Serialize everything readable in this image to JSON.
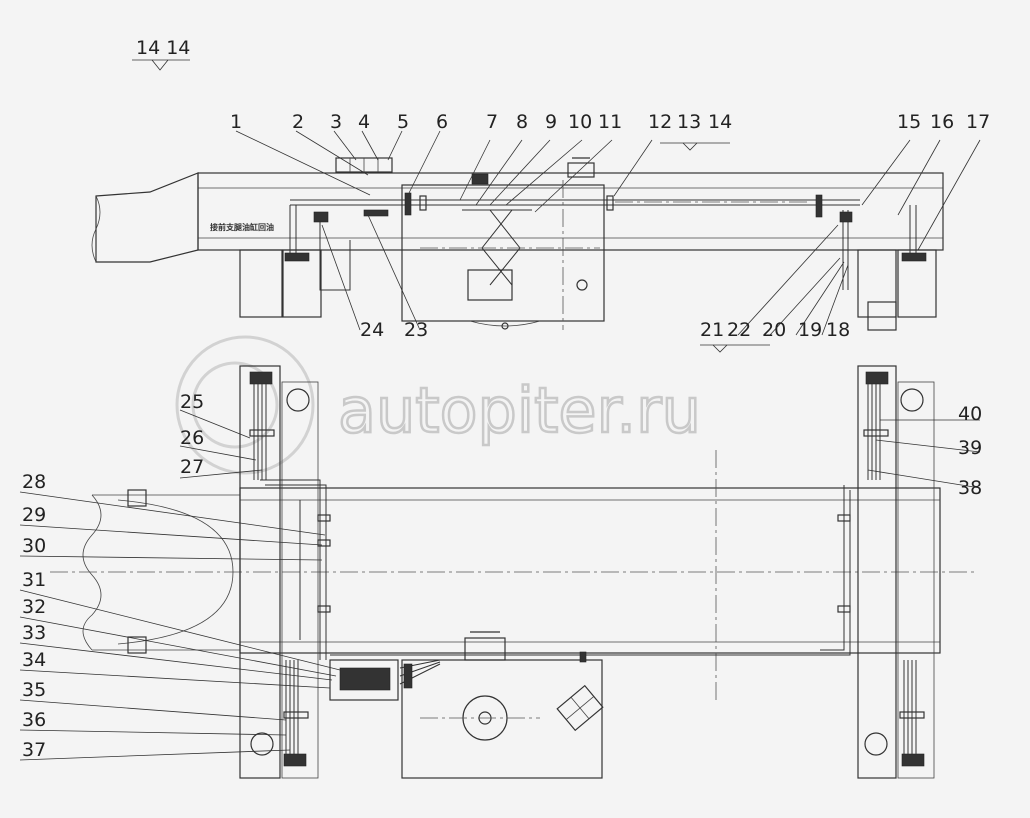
{
  "header": {
    "view_label": "14 14"
  },
  "annotation": {
    "text": "接前支腿油缸回油"
  },
  "watermark": {
    "text": "autopiter.ru"
  },
  "callouts": {
    "c1": "1",
    "c2": "2",
    "c3": "3",
    "c4": "4",
    "c5": "5",
    "c6": "6",
    "c7": "7",
    "c8": "8",
    "c9": "9",
    "c10": "10",
    "c11": "11",
    "c12": "12",
    "c13": "13",
    "c14": "14",
    "c15": "15",
    "c16": "16",
    "c17": "17",
    "c18": "18",
    "c19": "19",
    "c20": "20",
    "c21": "21",
    "c22": "22",
    "c23": "23",
    "c24": "24",
    "c25": "25",
    "c26": "26",
    "c27": "27",
    "c28": "28",
    "c29": "29",
    "c30": "30",
    "c31": "31",
    "c32": "32",
    "c33": "33",
    "c34": "34",
    "c35": "35",
    "c36": "36",
    "c37": "37",
    "c38": "38",
    "c39": "39",
    "c40": "40"
  },
  "colors": {
    "line": "#333333",
    "background": "#f4f4f4",
    "watermark": "#c9c9c9"
  }
}
